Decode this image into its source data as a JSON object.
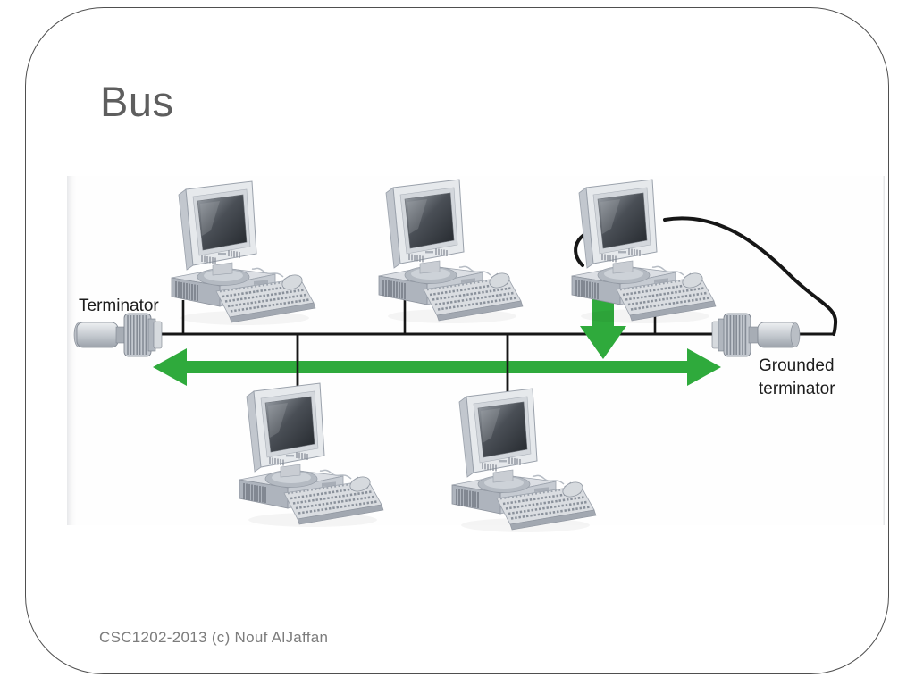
{
  "slide": {
    "title": "Bus",
    "footer": "CSC1202-2013 (c) Nouf AlJaffan"
  },
  "diagram": {
    "type": "bus-topology-illustration",
    "bus": {
      "orientation": "horizontal",
      "computer_count": 5,
      "computers_above_bus": 3,
      "computers_below_bus": 2,
      "has_left_terminator": true,
      "has_grounded_terminator": true,
      "data_flow_arrow": "double-headed along bus",
      "tap_arrow": "downward onto bus"
    },
    "labels": {
      "terminator": "Terminator",
      "grounded_line1": "Grounded",
      "grounded_line2": "terminator"
    },
    "colors": {
      "arrow_green": "#2faa3c",
      "cable_black": "#161616",
      "computer_gray": "#ccd0d6",
      "title_gray": "#5e5e5e",
      "footer_gray": "#7c7c7c",
      "slide_border": "#4f4f4f"
    },
    "icons": [
      "desktop-computer-icon",
      "bnc-terminator-icon",
      "grounded-terminator-icon",
      "bus-double-arrow-icon",
      "down-arrow-icon"
    ]
  }
}
